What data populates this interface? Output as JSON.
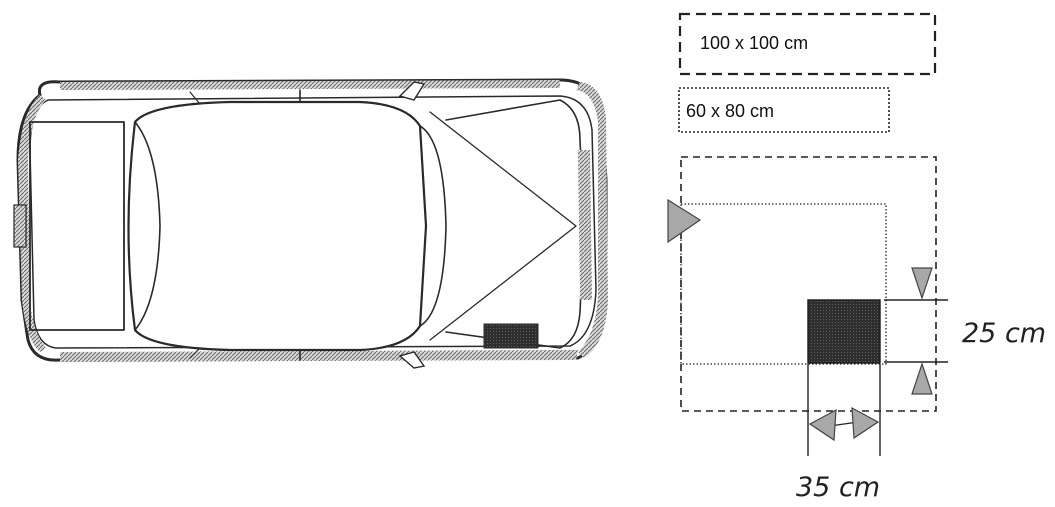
{
  "legend": {
    "large_zone_label": "100 x 100  cm",
    "small_zone_label": "60 x 80  cm"
  },
  "dimensions": {
    "vertical": "25 cm",
    "horizontal": "35 cm"
  },
  "colors": {
    "line": "#2a2a2a",
    "target_fill": "#3a3a3a",
    "hatch": "#8a8a8a",
    "arrow_fill": "#a8a8a8"
  },
  "icons": {
    "car": "car-top-view-icon",
    "entry_arrow": "triangle-right-icon",
    "dimension_arrows": "triangle-arrow-icon"
  }
}
